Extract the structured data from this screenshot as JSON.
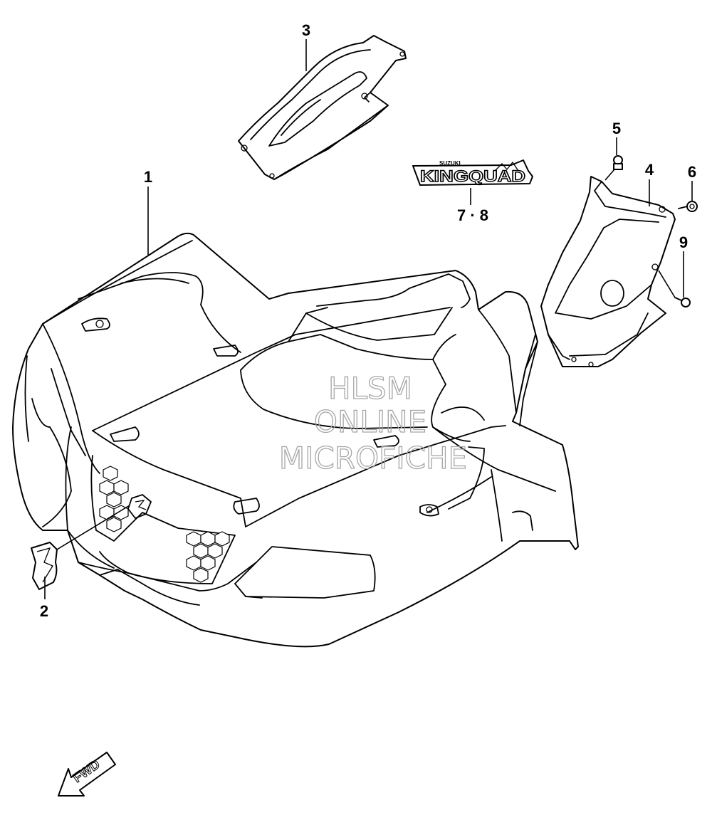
{
  "callouts": [
    {
      "id": "1",
      "label": "1"
    },
    {
      "id": "2",
      "label": "2"
    },
    {
      "id": "3",
      "label": "3"
    },
    {
      "id": "4",
      "label": "4"
    },
    {
      "id": "5",
      "label": "5"
    },
    {
      "id": "6",
      "label": "6"
    },
    {
      "id": "7-8",
      "label": "7 · 8"
    },
    {
      "id": "9",
      "label": "9"
    }
  ],
  "decal": {
    "brand": "SUZUKI",
    "model": "KINGQUAD"
  },
  "watermark": {
    "line1": "HLSM",
    "line2": "ONLINE",
    "line3": "MICROFICHE",
    "color": "#a6a6a6"
  },
  "direction_arrow": {
    "label": "FWD",
    "icon": "fwd-arrow-icon"
  }
}
